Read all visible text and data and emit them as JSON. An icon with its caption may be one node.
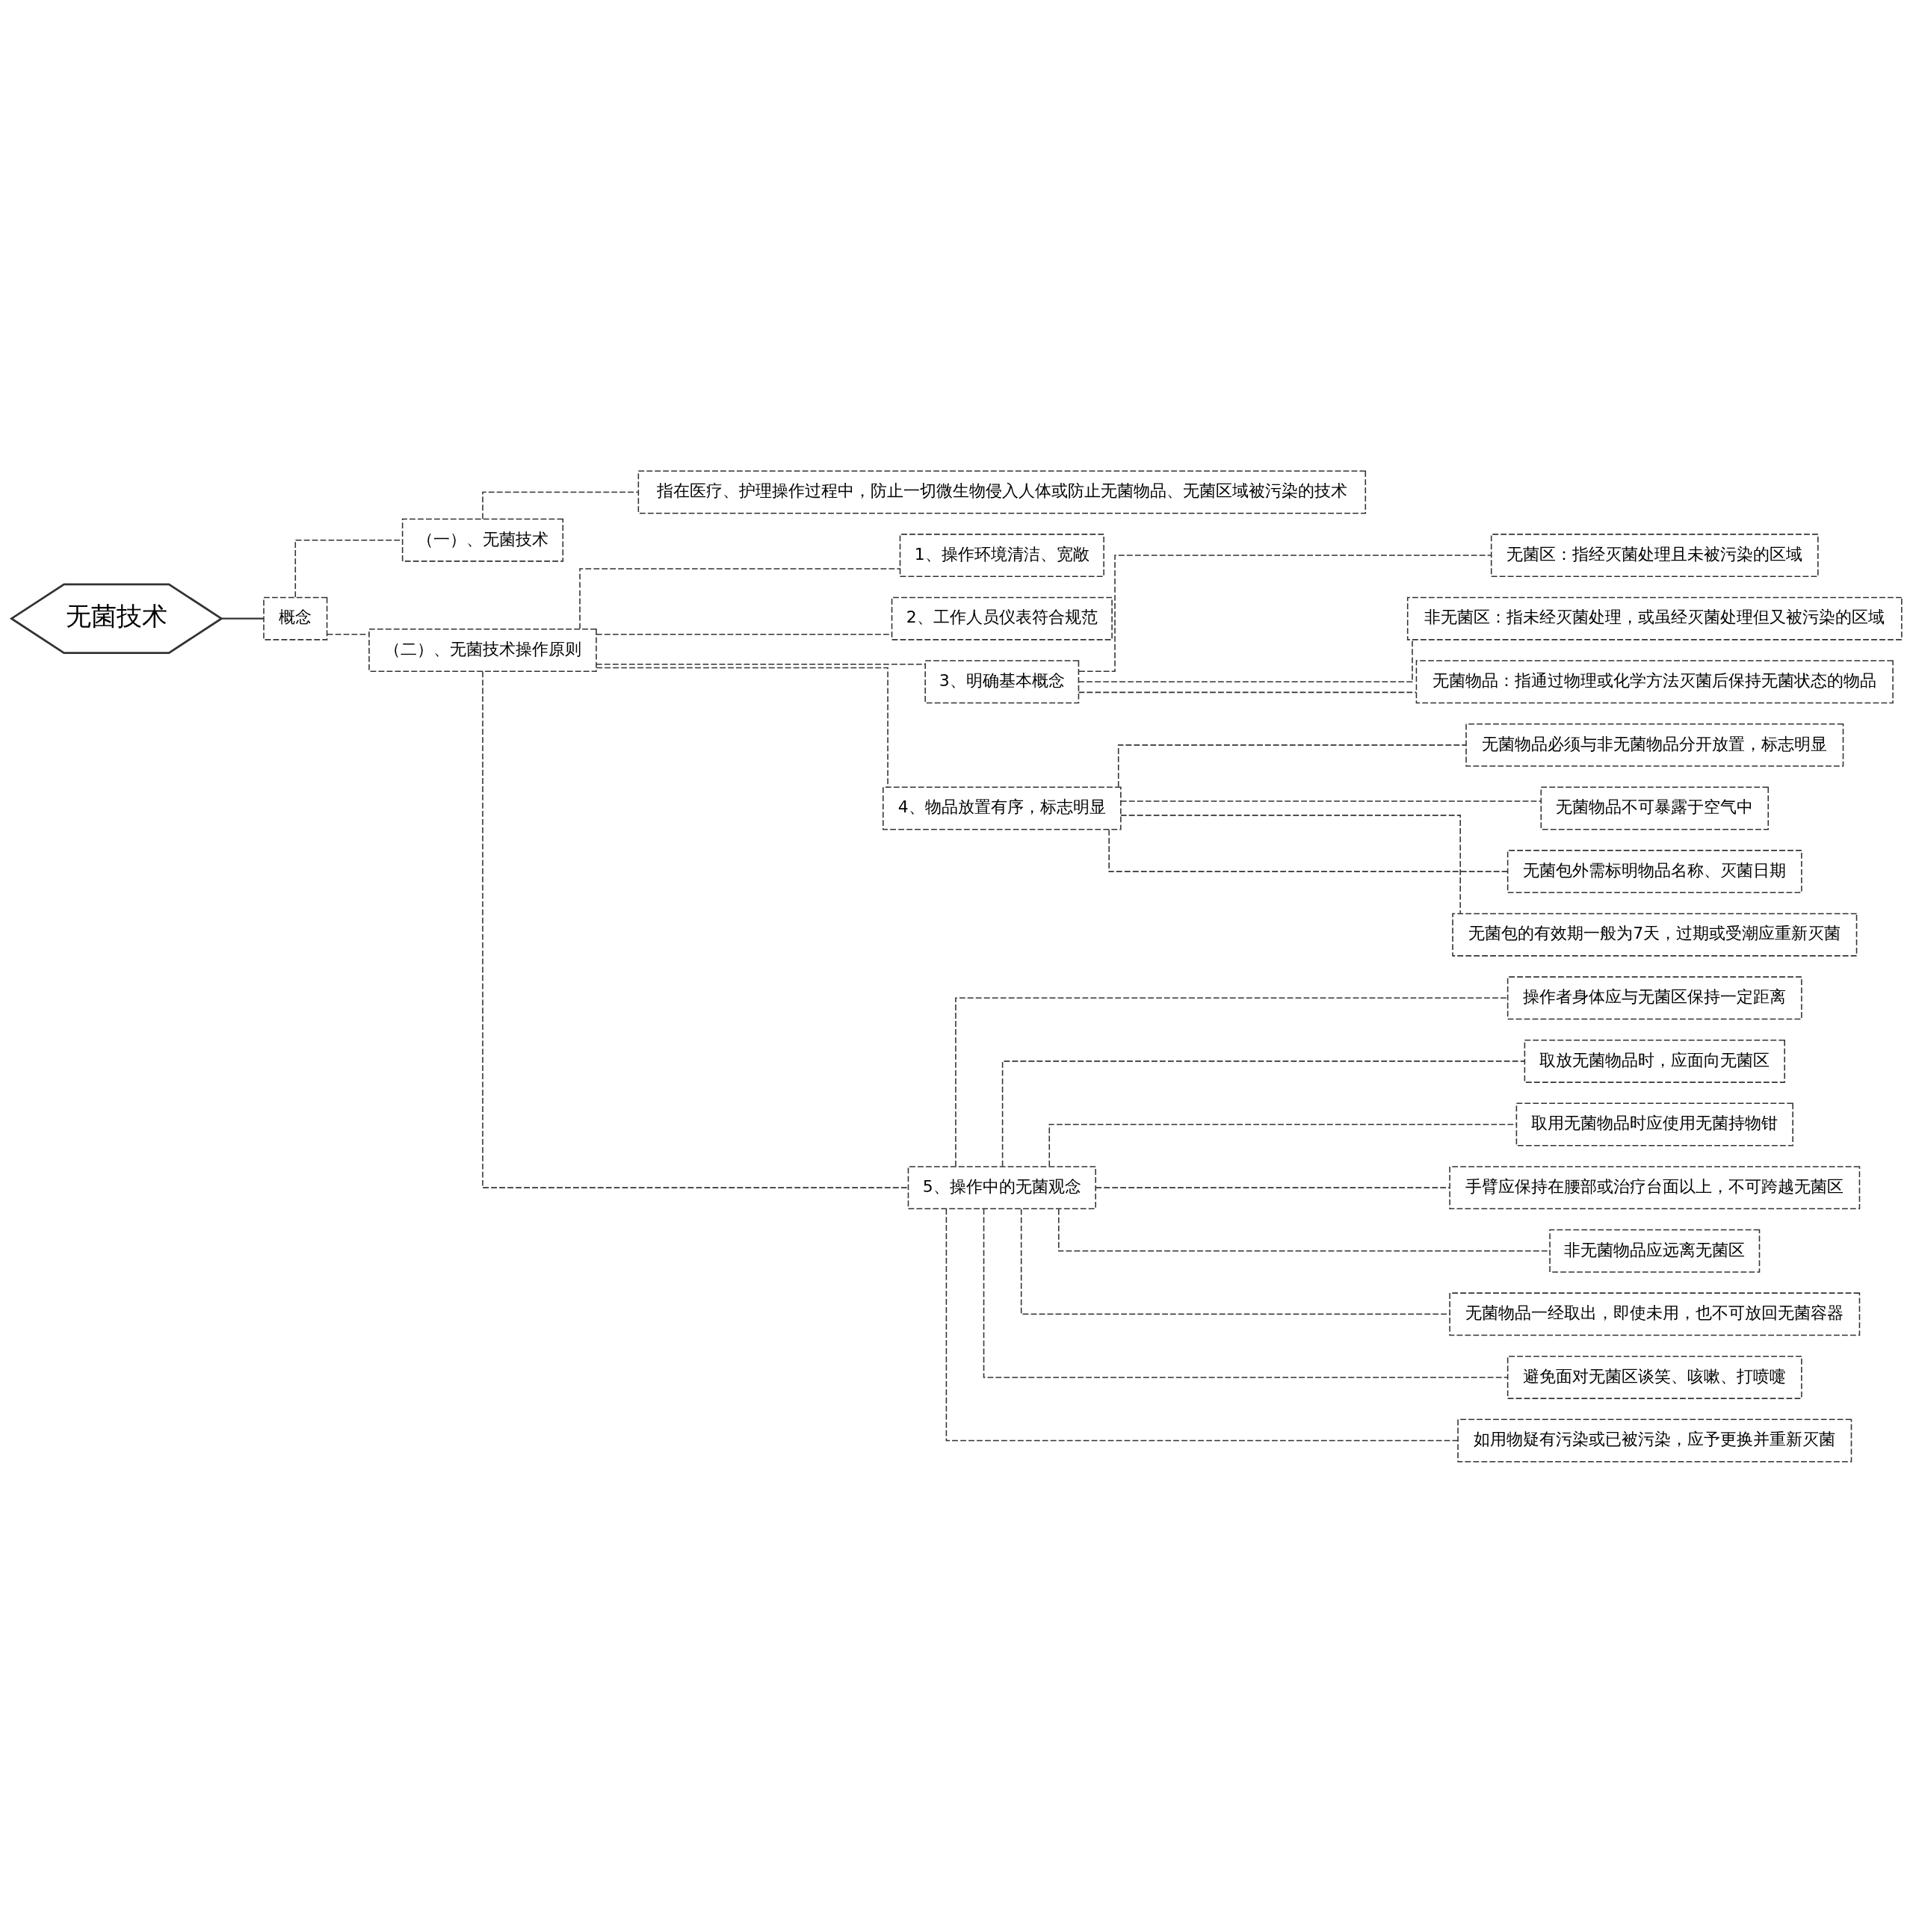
{
  "diagram": {
    "nodes": [
      {
        "text": [
          "无菌技术"
        ]
      },
      {
        "text": [
          "概念"
        ]
      },
      {
        "text": [
          "（一）、无菌技术"
        ]
      },
      {
        "text": [
          "指在医疗、护理操作过程中，防止一切微生物侵入人体或防止无菌物品、无菌区域被污染的技术"
        ]
      },
      {
        "text": [
          "（二）、无菌技术操作原则"
        ]
      },
      {
        "text": [
          "1、操作环境清洁、宽敞"
        ]
      },
      {
        "text": [
          "2、工作人员仪表符合规范"
        ]
      },
      {
        "text": [
          "3、明确基本概念"
        ]
      },
      {
        "text": [
          "无菌区：指经灭菌处理且未被污染的区域"
        ]
      },
      {
        "text": [
          "非无菌区：指未经灭菌处理，或虽经灭菌处理但又被污染的区域"
        ]
      },
      {
        "text": [
          "无菌物品：指通过物理或化学方法灭菌后保持无菌状态的物品"
        ]
      },
      {
        "text": [
          "4、物品放置有序，标志明显"
        ]
      },
      {
        "text": [
          "无菌物品必须与非无菌物品分开放置，标志明显"
        ]
      },
      {
        "text": [
          "无菌物品不可暴露于空气中"
        ]
      },
      {
        "text": [
          "无菌包外需标明物品名称、灭菌日期"
        ]
      },
      {
        "text": [
          "无菌包的有效期一般为7天，过期或受潮应重新灭菌"
        ]
      },
      {
        "text": [
          "5、操作中的无菌观念"
        ]
      },
      {
        "text": [
          "操作者身体应与无菌区保持一定距离"
        ]
      },
      {
        "text": [
          "取放无菌物品时，应面向无菌区"
        ]
      },
      {
        "text": [
          "取用无菌物品时应使用无菌持物钳"
        ]
      },
      {
        "text": [
          "手臂应保持在腰部或治疗台面以上，不可跨越无菌区"
        ]
      },
      {
        "text": [
          "非无菌物品应远离无菌区"
        ]
      },
      {
        "text": [
          "无菌物品一经取出，即使未用，也不可放回无菌容器"
        ]
      },
      {
        "text": [
          "避免面对无菌区谈笑、咳嗽、打喷嚏"
        ]
      },
      {
        "text": [
          "如用物疑有污染或已被污染，应予更换并重新灭菌"
        ]
      }
    ],
    "edges": [
      {
        "from": 0,
        "to": 1,
        "arrow": "none"
      },
      {
        "from": 1,
        "to": 2,
        "arrow": "none",
        "style": "dashed"
      },
      {
        "from": 2,
        "to": 3,
        "arrow": "none",
        "style": "dashed"
      },
      {
        "from": 1,
        "to": 4,
        "arrow": "none",
        "style": "dashed"
      },
      {
        "from": 4,
        "to": 5,
        "arrow": "none",
        "style": "dashed"
      },
      {
        "from": 4,
        "to": 6,
        "arrow": "none",
        "style": "dashed"
      },
      {
        "from": 4,
        "to": 7,
        "arrow": "none",
        "style": "dashed"
      },
      {
        "from": 7,
        "to": 8,
        "arrow": "none",
        "style": "dashed"
      },
      {
        "from": 7,
        "to": 9,
        "arrow": "none",
        "style": "dashed"
      },
      {
        "from": 7,
        "to": 10,
        "arrow": "none",
        "style": "dashed"
      },
      {
        "from": 4,
        "to": 11,
        "arrow": "none",
        "style": "dashed"
      },
      {
        "from": 11,
        "to": 12,
        "arrow": "none",
        "style": "dashed"
      },
      {
        "from": 11,
        "to": 13,
        "arrow": "none",
        "style": "dashed"
      },
      {
        "from": 11,
        "to": 14,
        "arrow": "none",
        "style": "dashed"
      },
      {
        "from": 11,
        "to": 15,
        "arrow": "none",
        "style": "dashed"
      },
      {
        "from": 4,
        "to": 16,
        "arrow": "none",
        "style": "dashed"
      },
      {
        "from": 16,
        "to": 17,
        "arrow": "none",
        "style": "dashed"
      },
      {
        "from": 16,
        "to": 18,
        "arrow": "none",
        "style": "dashed"
      },
      {
        "from": 16,
        "to": 19,
        "arrow": "none",
        "style": "dashed"
      },
      {
        "from": 16,
        "to": 20,
        "arrow": "none",
        "style": "dashed"
      },
      {
        "from": 16,
        "to": 21,
        "arrow": "none",
        "style": "dashed"
      },
      {
        "from": 16,
        "to": 22,
        "arrow": "none",
        "style": "dashed"
      },
      {
        "from": 16,
        "to": 23,
        "arrow": "none",
        "style": "dashed"
      },
      {
        "from": 16,
        "to": 24,
        "arrow": "none",
        "style": "dashed"
      }
    ]
  }
}
